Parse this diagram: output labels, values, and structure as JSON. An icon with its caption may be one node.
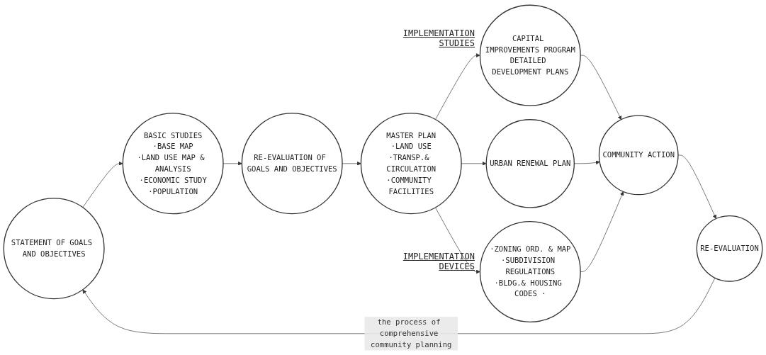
{
  "diagram": {
    "nodes": [
      {
        "text": [
          "STATEMENT OF GOALS AND OBJECTIVES"
        ]
      },
      {
        "text": [
          "BASIC STUDIES",
          "·BASE MAP",
          "·LAND USE MAP & ANALYSIS",
          "·ECONOMIC STUDY",
          "·POPULATION"
        ]
      },
      {
        "text": [
          "RE-EVALUATION OF GOALS AND OBJECTIVES"
        ]
      },
      {
        "text": [
          "MASTER PLAN",
          "·LAND USE",
          "·TRANSP.& CIRCULATION",
          "·COMMUNITY FACILITIES"
        ]
      },
      {
        "text": [
          "CAPITAL IMPROVEMENTS PROGRAM",
          "DETAILED DEVELOPMENT PLANS"
        ]
      },
      {
        "text": [
          "URBAN RENEWAL PLAN"
        ]
      },
      {
        "text": [
          "·ZONING ORD. & MAP",
          "·SUBDIVISION REGULATIONS",
          "·BLDG.& HOUSING CODES ·"
        ]
      },
      {
        "text": [
          "COMMUNITY ACTION"
        ]
      },
      {
        "text": [
          "RE-EVALUATION"
        ]
      }
    ],
    "edges": [
      {
        "from": 0,
        "to": 1,
        "arrow": "to"
      },
      {
        "from": 1,
        "to": 2,
        "arrow": "to"
      },
      {
        "from": 2,
        "to": 3,
        "arrow": "to"
      },
      {
        "from": 3,
        "to": 4,
        "arrow": "to"
      },
      {
        "from": 3,
        "to": 5,
        "arrow": "to"
      },
      {
        "from": 3,
        "to": 6,
        "arrow": "to"
      },
      {
        "from": 4,
        "to": 7,
        "arrow": "to"
      },
      {
        "from": 5,
        "to": 7,
        "arrow": "to"
      },
      {
        "from": 6,
        "to": 7,
        "arrow": "to"
      },
      {
        "from": 7,
        "to": 8,
        "arrow": "to"
      },
      {
        "from": 8,
        "to": 0,
        "arrow": "to",
        "label": "the process of comprehensive community planning"
      }
    ],
    "labels": [
      "IMPLEMENTATION STUDIES",
      "IMPLEMENTATION DEVICES"
    ]
  }
}
